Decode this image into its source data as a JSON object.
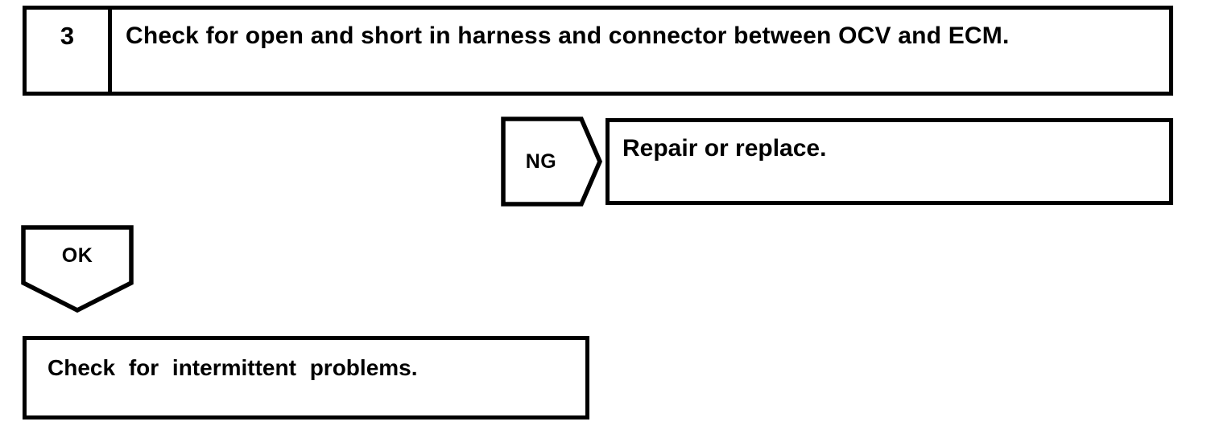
{
  "diagram": {
    "type": "troubleshooting-flowchart",
    "stroke_color": "#000000",
    "background_color": "#ffffff",
    "step": {
      "number": "3",
      "instruction": "Check for open and short in harness and connector between OCV and ECM."
    },
    "branches": [
      {
        "label": "NG",
        "direction": "right",
        "target": "Repair or replace."
      },
      {
        "label": "OK",
        "direction": "down",
        "target": "Check for intermittent problems."
      }
    ],
    "ng_branch": {
      "label": "NG",
      "result_text": "Repair or replace."
    },
    "ok_branch": {
      "label": "OK",
      "result_text": "Check for intermittent problems."
    }
  }
}
